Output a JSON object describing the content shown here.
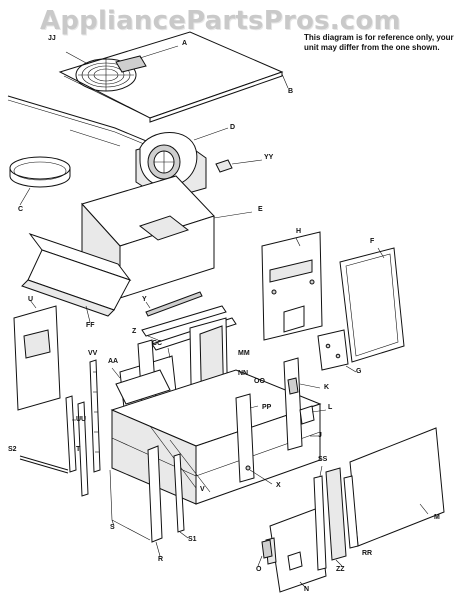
{
  "watermark": "AppliancePartsPros.com",
  "note": "This diagram is for reference only, your unit may differ from the one shown.",
  "labels": {
    "JJ": "JJ",
    "A": "A",
    "B": "B",
    "D": "D",
    "YY": "YY",
    "C": "C",
    "E": "E",
    "H": "H",
    "F": "F",
    "U": "U",
    "FF": "FF",
    "Y": "Y",
    "Z": "Z",
    "CC": "CC",
    "MM": "MM",
    "VV": "VV",
    "AA": "AA",
    "NN": "NN",
    "OO": "OO",
    "K": "K",
    "G": "G",
    "L": "L",
    "PP": "PP",
    "J": "J",
    "UU": "UU",
    "S2": "S2",
    "T": "T",
    "SS": "SS",
    "V": "V",
    "X": "X",
    "M": "M",
    "S": "S",
    "S1": "S1",
    "R": "R",
    "RR": "RR",
    "ZZ": "ZZ",
    "O": "O",
    "N": "N"
  },
  "colors": {
    "ink": "#111111",
    "watermark": "#c9c9c9",
    "background": "#ffffff"
  }
}
